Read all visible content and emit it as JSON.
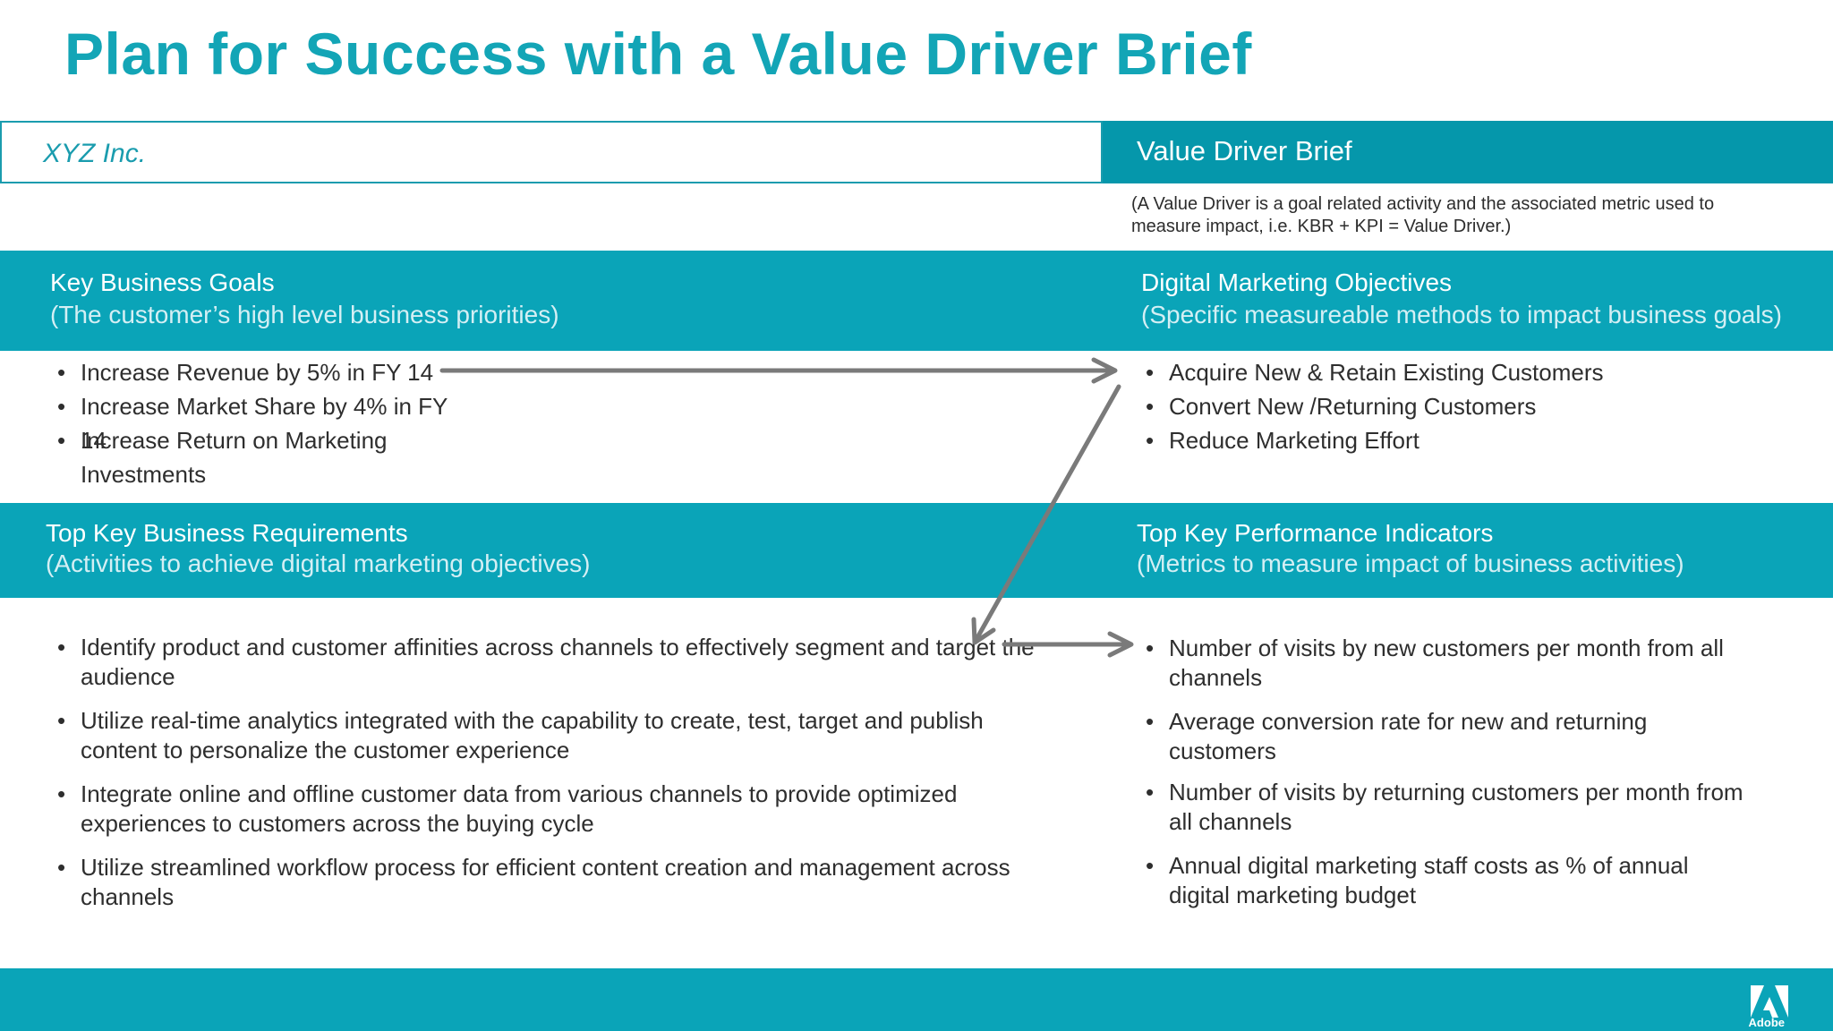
{
  "title": "Plan for Success with a Value Driver Brief",
  "company": "XYZ Inc.",
  "brief": {
    "title": "Value Driver Brief",
    "note": "(A Value Driver is a goal related activity and the associated metric used to measure impact, i.e. KBR + KPI = Value Driver.)"
  },
  "goals": {
    "heading": "Key Business Goals",
    "subheading": "(The customer’s high level business priorities)",
    "items": [
      "Increase Revenue by 5% in FY 14",
      "Increase Market Share by 4% in FY 14",
      "Increase Return on Marketing Investments"
    ]
  },
  "objectives": {
    "heading": "Digital Marketing Objectives",
    "subheading": "(Specific measureable methods to impact business goals)",
    "items": [
      "Acquire New & Retain Existing Customers",
      "Convert New /Returning Customers",
      "Reduce  Marketing Effort"
    ]
  },
  "requirements": {
    "heading": "Top Key Business Requirements",
    "subheading": "(Activities to achieve digital marketing objectives)",
    "items": [
      "Identify product and customer affinities across channels to effectively segment and target the audience",
      "Utilize real-time analytics integrated with the capability to create, test, target and publish content to personalize the customer experience",
      "Integrate online and offline customer data from various channels to provide optimized experiences to customers across the buying cycle",
      "Utilize streamlined workflow process for efficient content creation and management across channels"
    ]
  },
  "kpis": {
    "heading": "Top Key Performance Indicators",
    "subheading": "(Metrics to measure impact of business activities)",
    "items": [
      "Number of visits by new customers per month from all channels",
      "Average conversion rate for new and returning customers",
      "Number of visits by returning customers per month from all channels",
      "Annual digital marketing staff costs as % of annual digital marketing budget"
    ]
  },
  "footer": {
    "logo_text": "Adobe"
  },
  "colors": {
    "brand_teal": "#13a5b6",
    "band": "#0aa4b8",
    "arrow": "#7a7a7a"
  }
}
